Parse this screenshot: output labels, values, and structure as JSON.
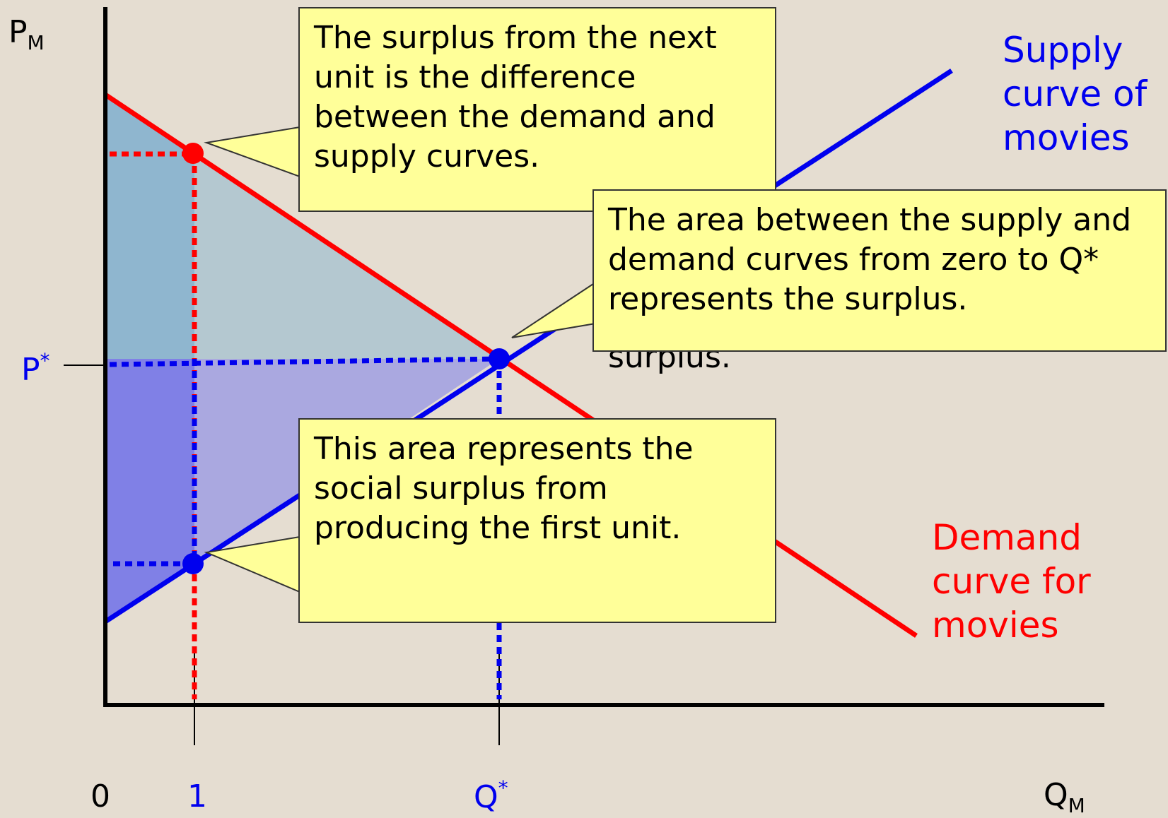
{
  "chart_data": {
    "type": "line",
    "title": "",
    "y_axis": {
      "label_base": "P",
      "label_sub": "M",
      "equilibrium_tick": "P",
      "equilibrium_sup": "*"
    },
    "x_axis": {
      "label_base": "Q",
      "label_sub": "M",
      "origin": "0",
      "tick_first": "1",
      "equilibrium_tick": "Q",
      "equilibrium_sup": "*"
    },
    "series": [
      {
        "name": "Supply curve of movies",
        "color": "#0000ee"
      },
      {
        "name": "Demand curve for movies",
        "color": "#ff0000"
      }
    ],
    "labels": {
      "supply": [
        "Supply",
        "curve of",
        "movies"
      ],
      "demand": [
        "Demand",
        "curve for",
        "movies"
      ]
    }
  },
  "callouts": {
    "next_unit": "The surplus from the next unit is the difference between the demand and supply curves.",
    "area_total": "The area between the supply and demand curves from zero to Q* represents the surplus.",
    "first_unit": "This area represents the social surplus from producing the first unit.",
    "hidden_fragment": "surplus."
  },
  "colors": {
    "background": "#e5ddd1",
    "callout_fill": "#ffff99",
    "supply": "#0000ee",
    "demand": "#ff0000",
    "consumer_area": "#b4c8d0",
    "producer_area": "#aaa8e0",
    "first_unit_consumer": "#8fb6cf",
    "first_unit_producer": "#8080e6"
  }
}
